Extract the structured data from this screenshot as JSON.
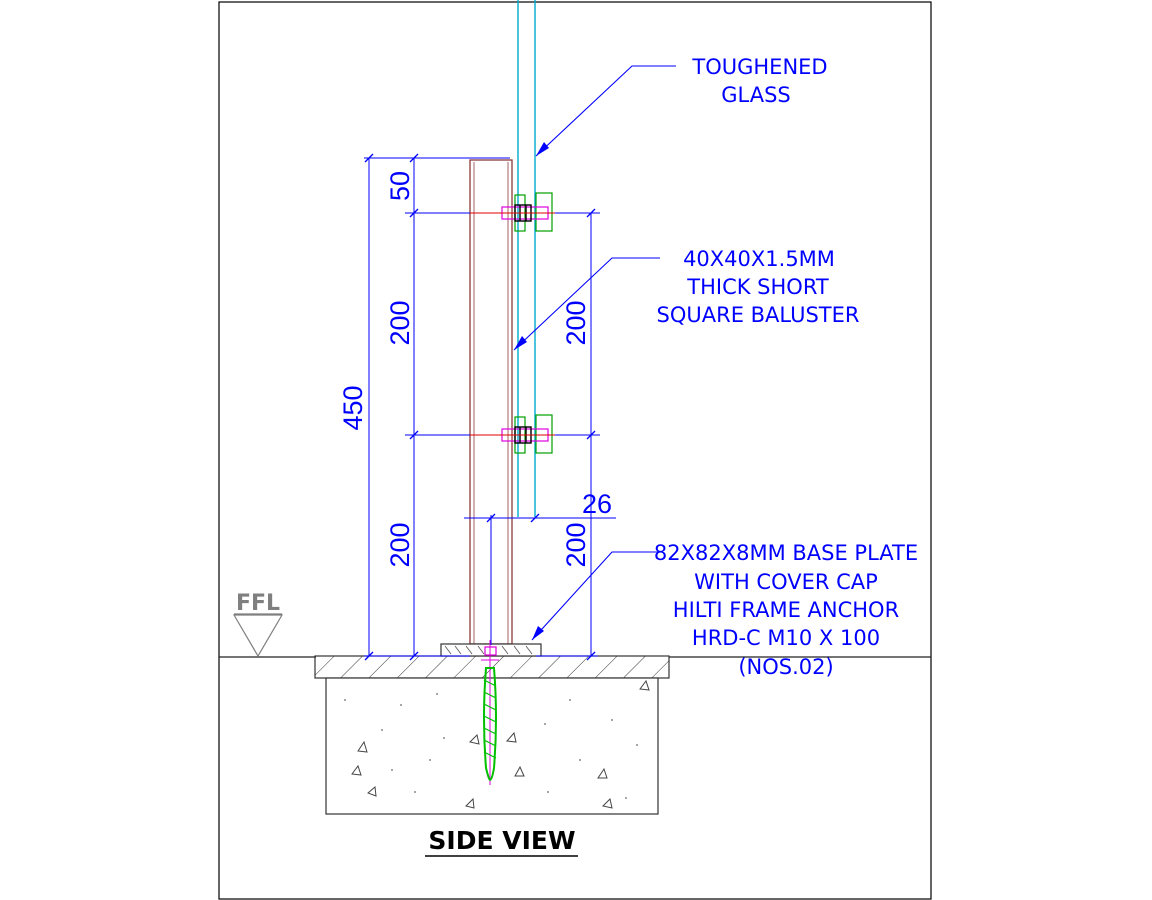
{
  "drawing": {
    "title": "SIDE VIEW",
    "level_marker": "FFL",
    "callouts": {
      "glass": [
        "TOUGHENED",
        "GLASS"
      ],
      "baluster": [
        "40X40X1.5MM",
        "THICK SHORT",
        "SQUARE BALUSTER"
      ],
      "base_plate": [
        "82X82X8MM BASE PLATE",
        "WITH COVER CAP",
        "HILTI FRAME ANCHOR",
        "HRD-C M10 X 100",
        "(NOS.02)"
      ]
    },
    "dimensions": {
      "total_height": "450",
      "top_offset": "50",
      "left_upper": "200",
      "left_lower": "200",
      "right_upper": "200",
      "right_lower": "200",
      "glass_offset": "26"
    }
  },
  "colors": {
    "dimension": "#0000ff",
    "glass": "#00aacc",
    "baluster": "#8b3a3a",
    "bolt": "#e000e0",
    "anchor": "#00c000",
    "ffl": "#7f7f7f"
  }
}
